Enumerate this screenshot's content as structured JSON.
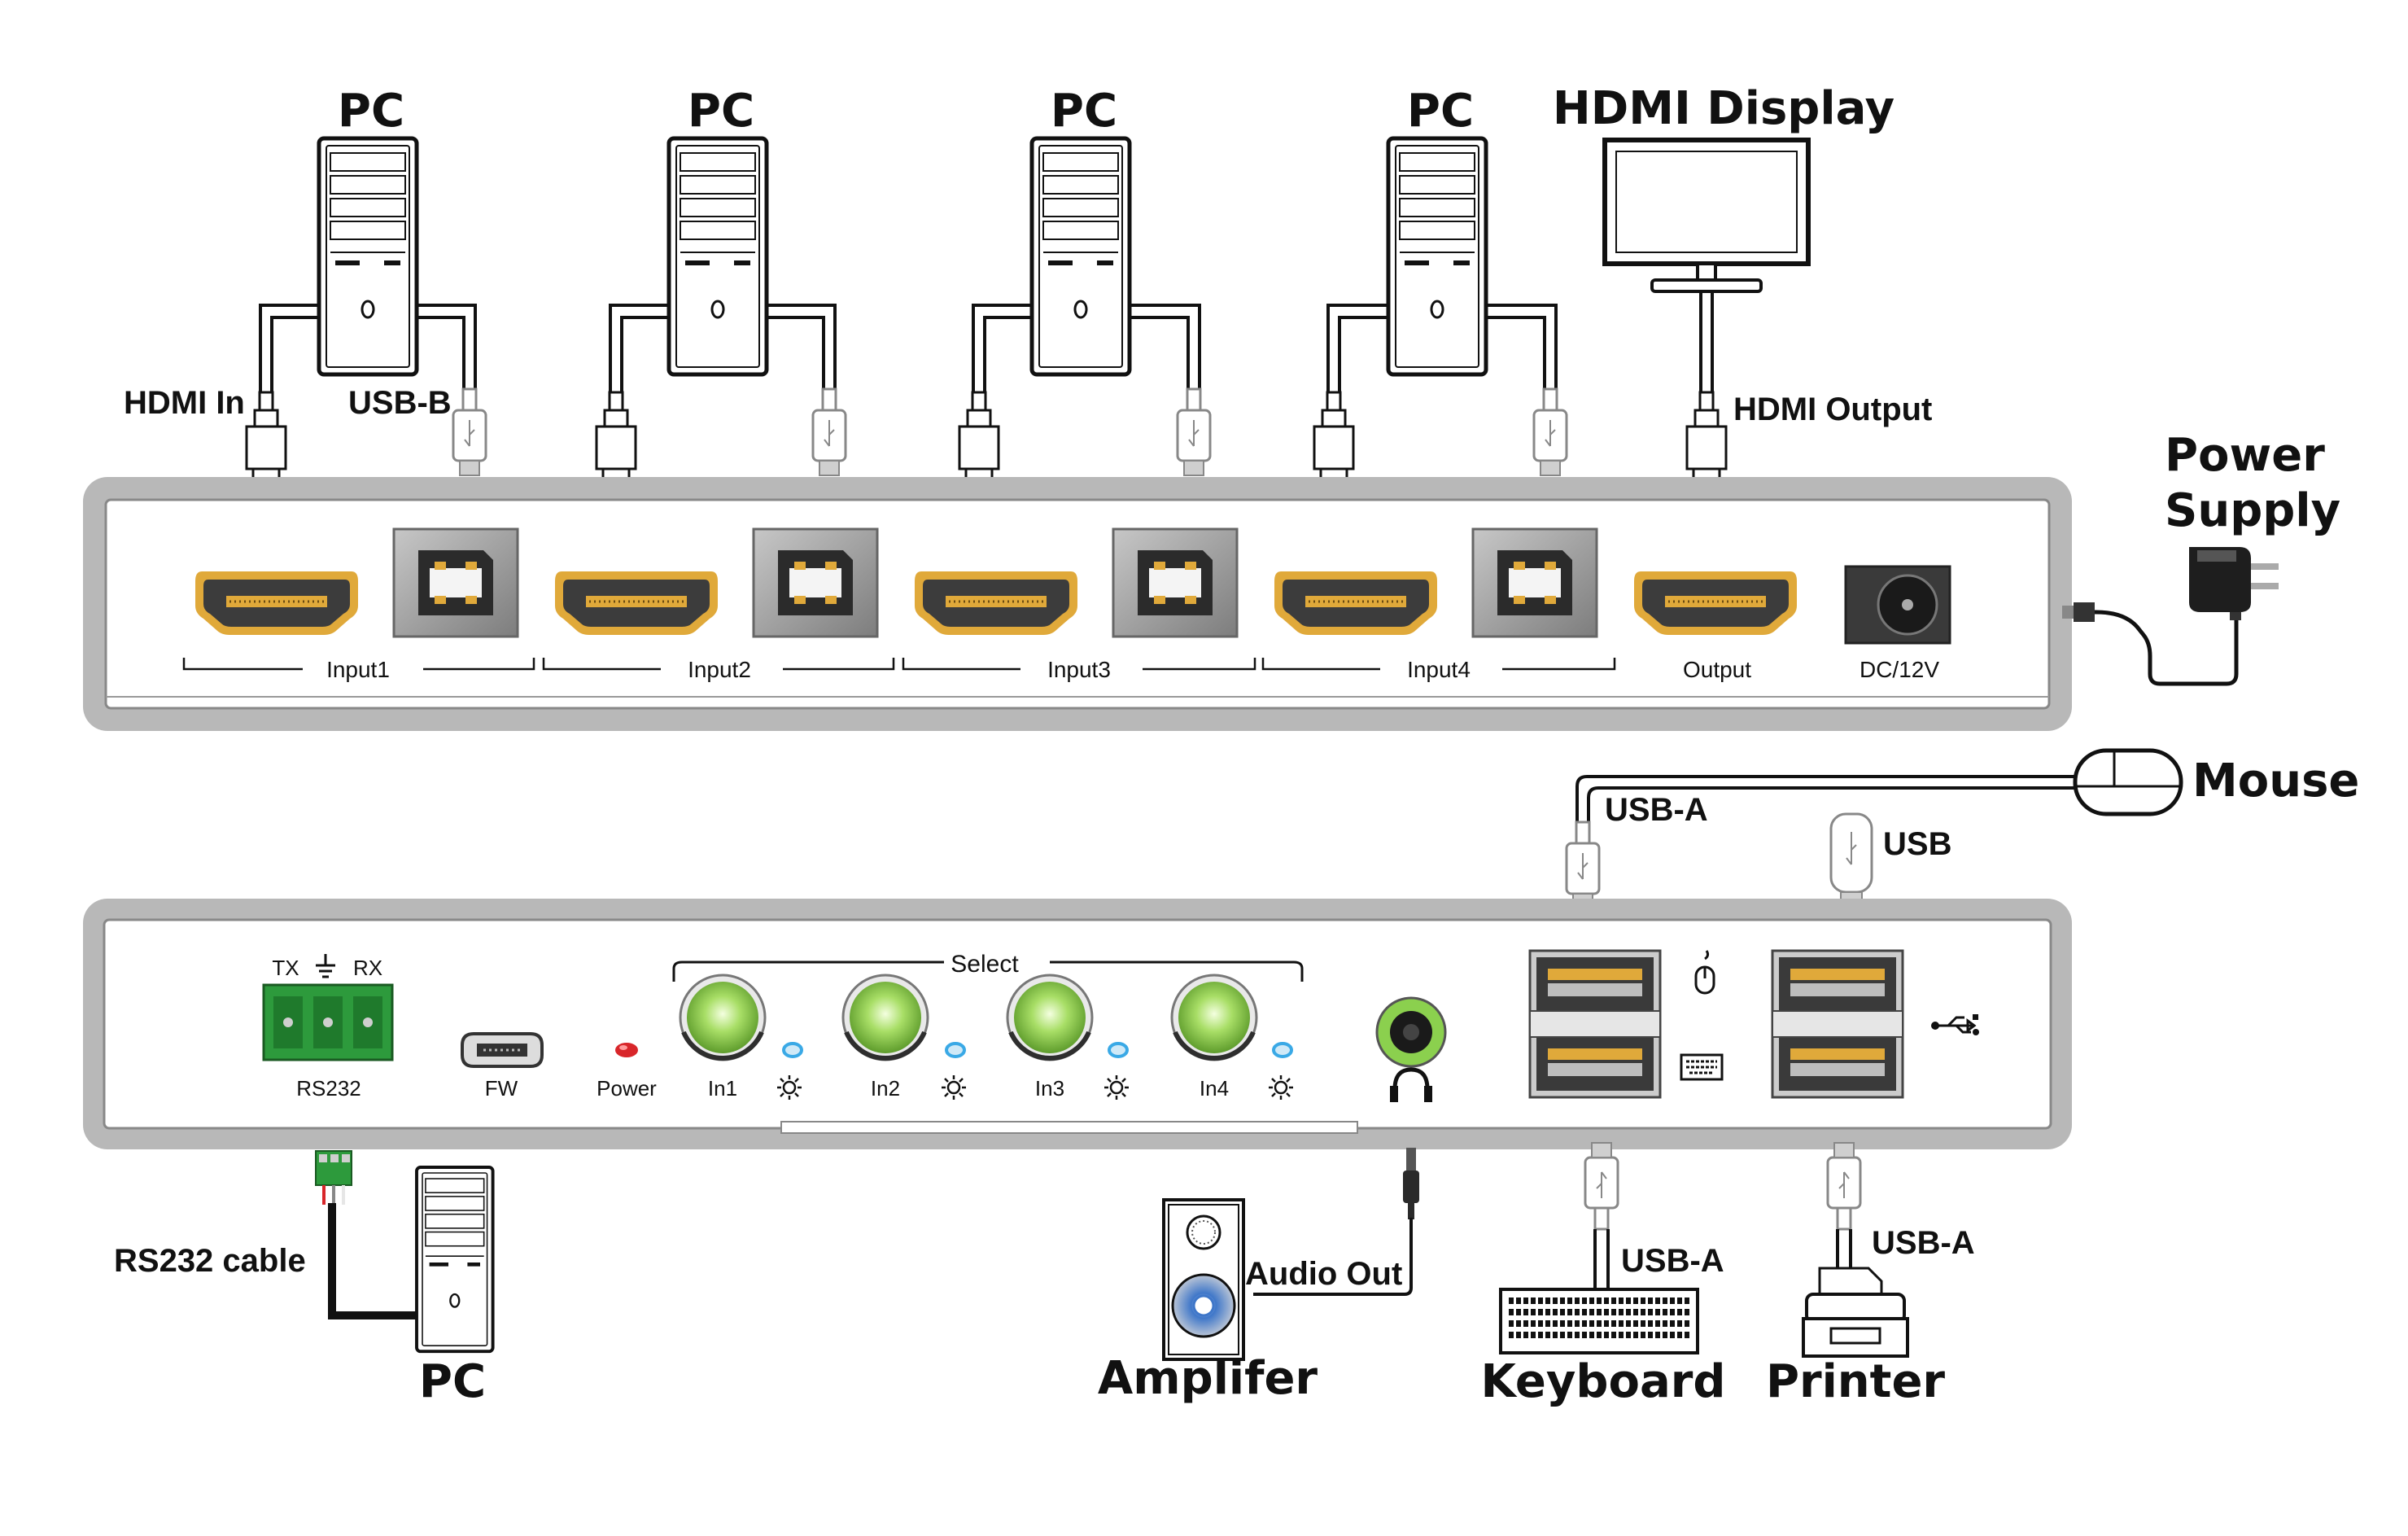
{
  "top_devices": {
    "pc_labels": [
      "PC",
      "PC",
      "PC",
      "PC"
    ],
    "display_label": "HDMI Display",
    "hdmi_in_label": "HDMI In",
    "usb_b_label": "USB-B",
    "hdmi_output_label": "HDMI Output",
    "power_supply_label_line1": "Power",
    "power_supply_label_line2": "Supply"
  },
  "front_panel": {
    "inputs": [
      "Input1",
      "Input2",
      "Input3",
      "Input4"
    ],
    "output": "Output",
    "dc": "DC/12V"
  },
  "rear_panel": {
    "rs232_tx": "TX",
    "rs232_rx": "RX",
    "rs232_label": "RS232",
    "fw_label": "FW",
    "power_label": "Power",
    "select_label": "Select",
    "buttons": [
      "In1",
      "In2",
      "In3",
      "In4"
    ]
  },
  "bottom_devices": {
    "mouse_label": "Mouse",
    "usb_a_top": "USB-A",
    "usb_top": "USB",
    "rs232_cable_label": "RS232 cable",
    "pc_label": "PC",
    "audio_out_label": "Audio Out",
    "amplifier_label": "Amplifer",
    "usb_a_keyboard": "USB-A",
    "keyboard_label": "Keyboard",
    "usb_a_printer": "USB-A",
    "printer_label": "Printer"
  },
  "colors": {
    "chassis_frame": "#b8b8b8",
    "hdmi_gold": "#e0a93a",
    "button_green": "#8bd04e",
    "led_blue": "#3aa9e6",
    "led_red": "#d8262a",
    "terminal_green": "#2d9a3c"
  }
}
